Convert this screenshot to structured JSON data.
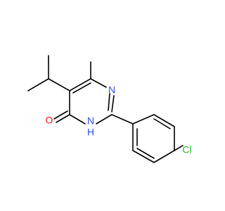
{
  "molecule": {
    "atoms": {
      "nitrogen_top": {
        "text": "N",
        "color": "#3050F8"
      },
      "nitrogen_nh": {
        "text": "N",
        "color": "#3050F8"
      },
      "hydrogen_nh": {
        "text": "H",
        "color": "#3050F8"
      },
      "oxygen": {
        "text": "O",
        "color": "#FF0D0D"
      },
      "chlorine": {
        "text": "Cl",
        "color": "#1FBF1F"
      }
    }
  }
}
